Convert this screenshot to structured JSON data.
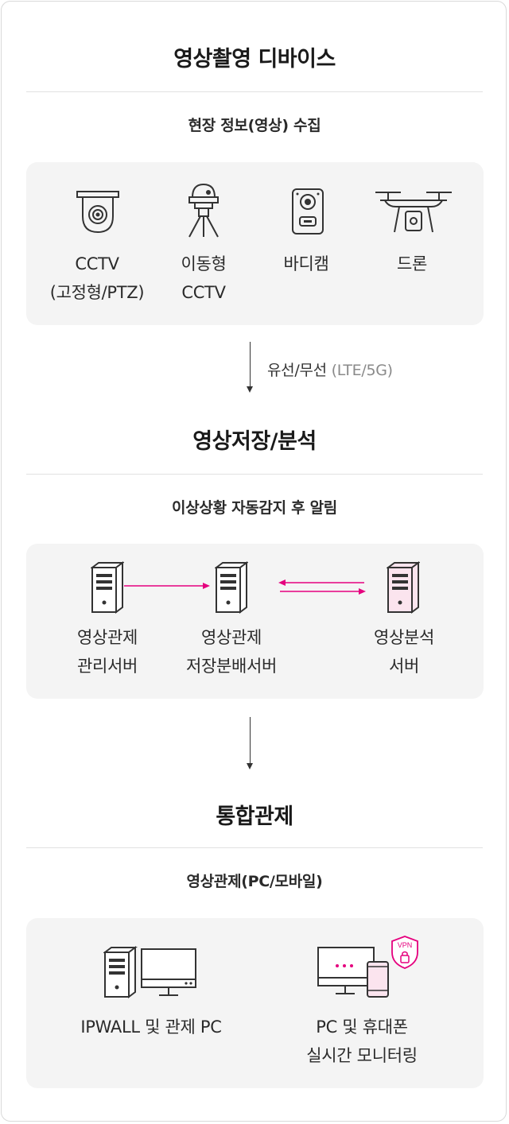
{
  "sections": [
    {
      "title": "영상촬영 디바이스",
      "subtitle": "현장 정보(영상) 수집",
      "items": [
        {
          "label": "CCTV\n(고정형/PTZ)",
          "icon": "dome-cctv-icon"
        },
        {
          "label": "이동형\nCCTV",
          "icon": "mobile-cctv-icon"
        },
        {
          "label": "바디캠",
          "icon": "bodycam-icon"
        },
        {
          "label": "드론",
          "icon": "drone-icon"
        }
      ]
    },
    {
      "title": "영상저장/분석",
      "subtitle": "이상상황 자동감지 후 알림",
      "items": [
        {
          "label": "영상관제\n관리서버",
          "icon": "server-icon"
        },
        {
          "label": "영상관제\n저장분배서버",
          "icon": "server-icon"
        },
        {
          "label": "영상분석\n서버",
          "icon": "analysis-server-icon"
        }
      ]
    },
    {
      "title": "통합관제",
      "subtitle": "영상관제(PC/모바일)",
      "items": [
        {
          "label": "IPWALL 및 관제 PC",
          "icon": "pc-monitor-icon"
        },
        {
          "label": "PC 및 휴대폰\n실시간 모니터링",
          "icon": "monitor-phone-vpn-icon"
        }
      ]
    }
  ],
  "connection": {
    "main": "유선/무선",
    "detail": "(LTE/5G)"
  },
  "vpn_badge": "VPN",
  "colors": {
    "accent": "#e5007e",
    "panel": "#f4f4f4",
    "analysis_server_fill": "#fbe4ee"
  }
}
